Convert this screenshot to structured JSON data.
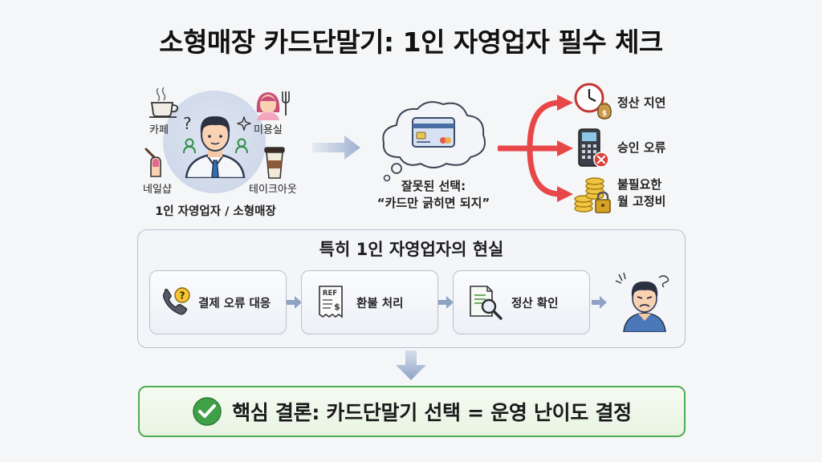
{
  "title": "소형매장 카드단말기: 1인 자영업자 필수 체크",
  "left_cluster": {
    "question_mark": "?",
    "businesses": {
      "cafe": "카페",
      "beauty": "미용실",
      "nail": "네일샵",
      "takeout": "테이크아웃"
    },
    "caption": "1인 자영업자 / 소형매장"
  },
  "thought": {
    "line1": "잘못된 선택:",
    "line2": "“카드만 긁히면 되지”"
  },
  "results": [
    {
      "label": "정산 지연",
      "icon": "clock-moneybag-icon"
    },
    {
      "label": "승인 오류",
      "icon": "card-terminal-error-icon"
    },
    {
      "label": "불필요한\n월 고정비",
      "line1": "불필요한",
      "line2": "월 고정비",
      "icon": "coins-lock-icon"
    }
  ],
  "reality": {
    "title": "특히 1인 자영업자의 현실",
    "steps": [
      {
        "label": "결제 오류 대응",
        "icon": "phone-question-icon"
      },
      {
        "label": "환불 처리",
        "icon": "refund-receipt-icon",
        "receipt_text": "REF"
      },
      {
        "label": "정산 확인",
        "icon": "document-magnifier-icon"
      }
    ]
  },
  "conclusion": {
    "text": "핵심 결론: 카드단말기 선택 = 운영 난이도 결정"
  },
  "colors": {
    "red_arrow": "#e8474a",
    "blue_arrow": "#9fb1cf",
    "conclusion_border": "#4cae50",
    "check_green": "#3fa047"
  }
}
